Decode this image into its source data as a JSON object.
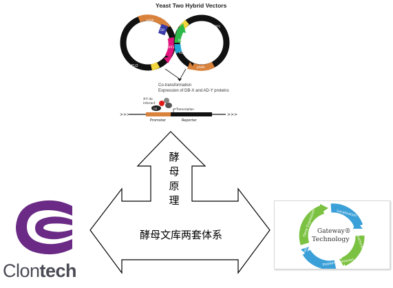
{
  "yeast_diagram": {
    "title": "Yeast Two Hybrid  Vectors",
    "left_plasmid_labels": [
      "pAdh",
      "DB",
      "ORF1",
      "LEU2"
    ],
    "right_plasmid_labels": [
      "pAdh",
      "AD",
      "ORF2",
      "TRP1"
    ],
    "caption_line1": "Co-transformation",
    "caption_line2": "Expression of DB-X and AD-Y proteins",
    "interact_label_line1": "X-Y do",
    "interact_label_line2": "interact",
    "transcription_label": "Transcription",
    "promoter_label": "Promoter",
    "reporter_label": "Reporter",
    "protein_labels": [
      "DB",
      "X",
      "Y",
      "AD"
    ]
  },
  "center_arrow": {
    "vertical_text": [
      "酵",
      "母",
      "原",
      "理"
    ],
    "horizontal_text": "酵母文库两套体系"
  },
  "clontech": {
    "brand_light": "Clon",
    "brand_bold": "tech"
  },
  "gateway": {
    "line1": "Gateway®",
    "line2": "Technology",
    "ring_labels": [
      "Localization",
      "Structural Analysis",
      "Protein Expression",
      "Protein Function",
      "Gene Expression"
    ]
  },
  "colors": {
    "clontech_purple": "#6a2a85",
    "clontech_text": "#4a4a55",
    "orange": "#d9823c",
    "blue": "#3a3aa8",
    "magenta": "#e0147c",
    "green": "#2fb84a",
    "cyan": "#20a8d8",
    "yellow": "#f2d53c",
    "gateway_green": "#7cc242",
    "gateway_blue": "#3ba0d8"
  }
}
